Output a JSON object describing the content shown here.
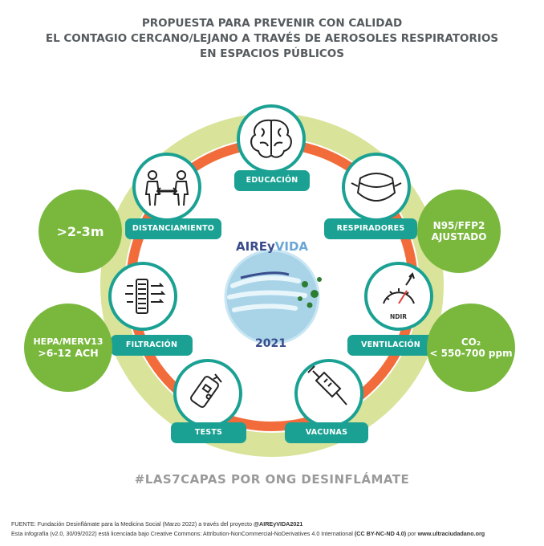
{
  "title": {
    "line1": "PROPUESTA PARA PREVENIR CON CALIDAD",
    "line2": "EL CONTAGIO CERCANO/LEJANO A TRAVÉS DE AEROSOLES RESPIRATORIOS",
    "line3": "EN ESPACIOS PÚBLICOS"
  },
  "layers": {
    "educacion": "EDUCACIÓN",
    "respiradores": "RESPIRADORES",
    "ventilacion": "VENTILACIÓN",
    "vacunas": "VACUNAS",
    "tests": "TESTS",
    "filtracion": "FILTRACIÓN",
    "distanciamiento": "DISTANCIAMIENTO"
  },
  "notes": {
    "distance": ">2-3m",
    "mask_line1": "N95/FFP2",
    "mask_line2": "AJUSTADO",
    "co2_line1": "CO₂",
    "co2_line2": "< 550-700 ppm",
    "filter_line1": "HEPA/MERV13",
    "filter_line2": ">6-12 ACH"
  },
  "ndir_label": "NDIR",
  "logo": {
    "prefix": "AIREy",
    "suffix": "VIDA",
    "year": "2021"
  },
  "hashtag": "#LAS7CAPAS POR ONG DESINFLÁMATE",
  "footer": {
    "line1_text": "FUENTE: Fundación Desinflámate para la Medicina Social (Marzo 2022) a través del proyecto ",
    "line1_bold": "@AIREyVIDA2021",
    "line2_text": "Esta infografía (v2.0, 30/09/2022) está licenciada bajo Creative Commons: Attribution-NonCommercial-NoDerivatives 4.0 International ",
    "line2_bold": "(CC BY-NC-ND 4.0)",
    "line2_mid": " por ",
    "line2_bold2": "www.ultraciudadano.org"
  },
  "colors": {
    "outer_ring": "#d9e39a",
    "orange_ring": "#f26b3a",
    "teal": "#1aa193",
    "green": "#79b83d",
    "title": "#555b5e",
    "hashtag": "#9a9a9a"
  },
  "icons": [
    "brain-icon",
    "mask-icon",
    "ndir-meter-icon",
    "syringe-icon",
    "test-kit-icon",
    "air-filter-icon",
    "distancing-people-icon"
  ]
}
